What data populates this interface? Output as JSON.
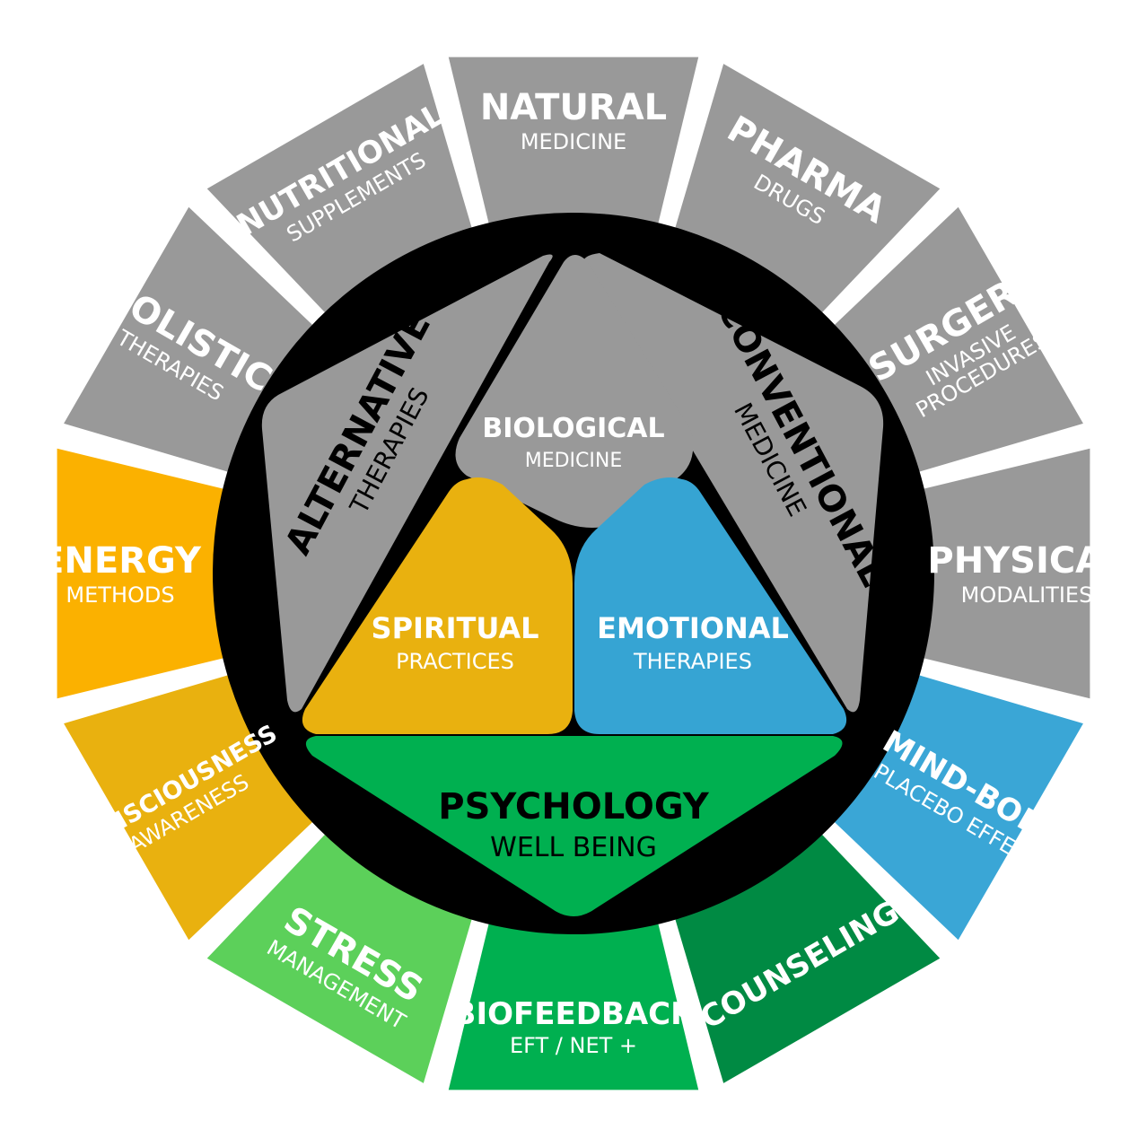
{
  "outer_ring": [
    {
      "id": "natural",
      "title": "NATURAL",
      "subtitle": "MEDICINE",
      "color": "#999999"
    },
    {
      "id": "pharma",
      "title": "PHARMA",
      "subtitle": "DRUGS",
      "color": "#999999"
    },
    {
      "id": "surgery",
      "title": "SURGERY",
      "subtitle": "INVASIVE\nPROCEDURES",
      "color": "#999999"
    },
    {
      "id": "physical",
      "title": "PHYSICAL",
      "subtitle": "MODALITIES",
      "color": "#999999"
    },
    {
      "id": "mind-body",
      "title": "MIND-BODY",
      "subtitle": "PLACEBO EFFECT",
      "color": "#3aa6d6"
    },
    {
      "id": "counseling",
      "title": "COUNSELING",
      "subtitle": "",
      "color": "#008a43"
    },
    {
      "id": "biofeedback",
      "title": "BIOFEEDBACK",
      "subtitle": "EFT / NET +",
      "color": "#00b050"
    },
    {
      "id": "stress",
      "title": "STRESS",
      "subtitle": "MANAGEMENT",
      "color": "#5cd05a"
    },
    {
      "id": "consciousness",
      "title": "CONSCIOUSNESS",
      "subtitle": "AWARENESS",
      "color": "#e9b10f"
    },
    {
      "id": "energy",
      "title": "ENERGY",
      "subtitle": "METHODS",
      "color": "#fbb100"
    },
    {
      "id": "holistic",
      "title": "HOLISTIC",
      "subtitle": "THERAPIES",
      "color": "#999999"
    },
    {
      "id": "nutritional",
      "title": "NUTRITIONAL",
      "subtitle": "SUPPLEMENTS",
      "color": "#999999"
    }
  ],
  "inner": {
    "alternative": {
      "title": "ALTERNATIVE",
      "subtitle": "THERAPIES",
      "color": "#999999"
    },
    "conventional": {
      "title": "CONVENTIONAL",
      "subtitle": "MEDICINE",
      "color": "#999999"
    },
    "biological": {
      "title": "BIOLOGICAL",
      "subtitle": "MEDICINE",
      "color": "#999999"
    },
    "spiritual": {
      "title": "SPIRITUAL",
      "subtitle": "PRACTICES",
      "color": "#e9b10f"
    },
    "emotional": {
      "title": "EMOTIONAL",
      "subtitle": "THERAPIES",
      "color": "#36a4d3"
    },
    "psychology": {
      "title": "PSYCHOLOGY",
      "subtitle": "WELL BEING",
      "color": "#00b050"
    }
  },
  "colors": {
    "background": "#000000",
    "separator": "#ffffff",
    "ring_text": "#ffffff",
    "dark_text": "#000000"
  }
}
